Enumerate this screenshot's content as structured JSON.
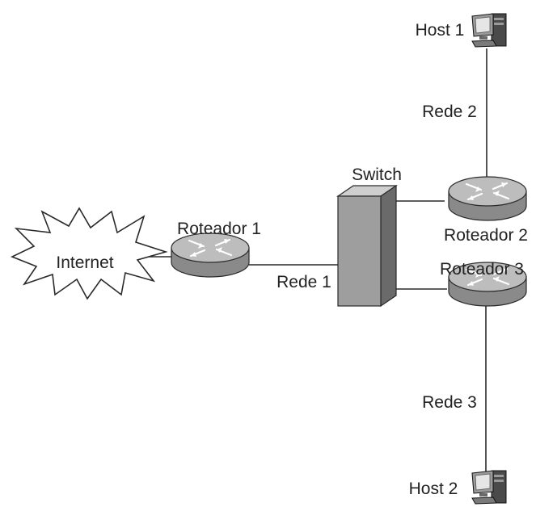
{
  "nodes": {
    "internet": {
      "label": "Internet"
    },
    "router1": {
      "label": "Roteador 1"
    },
    "router2": {
      "label": "Roteador 2"
    },
    "router3": {
      "label": "Roteador 3"
    },
    "switch": {
      "label": "Switch"
    },
    "host1": {
      "label": "Host 1"
    },
    "host2": {
      "label": "Host 2"
    }
  },
  "networks": {
    "rede1": "Rede 1",
    "rede2": "Rede 2",
    "rede3": "Rede 3"
  },
  "colors": {
    "line": "#2a2a2a",
    "router_body": "#8e8e8e",
    "router_top": "#b9b9b9",
    "switch_face": "#9a9a9a",
    "switch_side": "#6a6a6a",
    "switch_top": "#c8c8c8",
    "text": "#222222"
  }
}
